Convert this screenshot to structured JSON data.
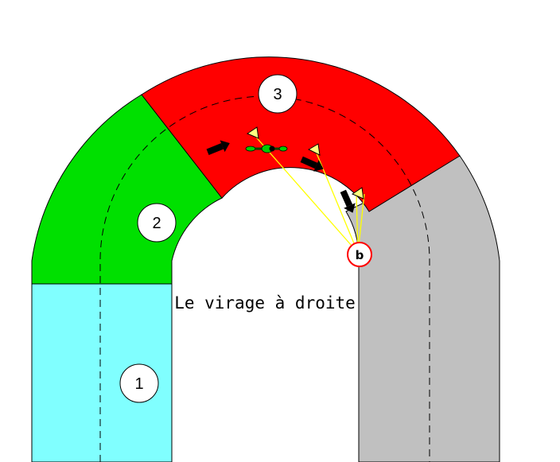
{
  "title": "Le virage à droite",
  "zones": [
    {
      "id": "1",
      "label": "1",
      "color": "#80FFFF"
    },
    {
      "id": "2",
      "label": "2",
      "color": "#00E000"
    },
    {
      "id": "3",
      "label": "3",
      "color": "#FF0000"
    },
    {
      "id": "4",
      "label": "",
      "color": "#C0C0C0"
    }
  ],
  "observer": {
    "label": "b",
    "ring_color": "#FF0000"
  },
  "colors": {
    "background": "#FFFFFF",
    "outline": "#000000",
    "sight_lines": "#FFFF00",
    "arrows": "#000000",
    "cones": "#FFFF80",
    "rider": "#00CC00"
  },
  "icons": [
    "direction-arrow-icon",
    "cone-icon",
    "motorcycle-icon"
  ]
}
